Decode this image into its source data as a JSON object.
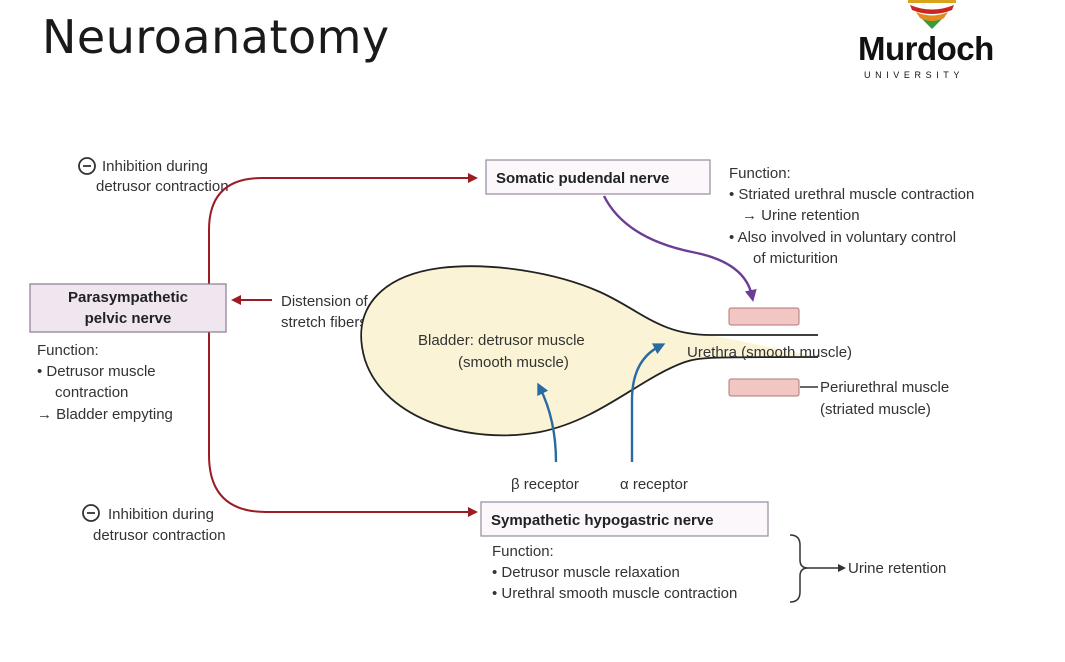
{
  "title": "Neuroanatomy",
  "logo": {
    "name": "Murdoch",
    "sub": "UNIVERSITY"
  },
  "colors": {
    "parasympathetic_arrow": "#9b1c23",
    "somatic_arrow": "#6b3d95",
    "sympathetic_receptor_arrow": "#2a6aa3",
    "bladder_fill": "#fbf3d5",
    "muscle_fill": "#f2c6c2"
  },
  "diagram": {
    "inhibition_top": [
      "Inhibition during",
      "detrusor contraction"
    ],
    "inhibition_bottom": [
      "Inhibition during",
      "detrusor contraction"
    ],
    "somatic_nerve": "Somatic pudendal nerve",
    "somatic_function": [
      "Function:",
      "• Striated urethral muscle contraction",
      "→ Urine retention",
      "• Also involved in voluntary control",
      "of micturition"
    ],
    "parasympathetic_nerve": [
      "Parasympathetic",
      "pelvic nerve"
    ],
    "parasympathetic_function": [
      "Function:",
      "• Detrusor muscle",
      "contraction",
      "→ Bladder empyting"
    ],
    "distension": [
      "Distension of",
      "stretch fibers"
    ],
    "bladder": [
      "Bladder: detrusor muscle",
      "(smooth muscle)"
    ],
    "urethra": "Urethra (smooth muscle)",
    "periurethral": [
      "Periurethral muscle",
      "(striated muscle)"
    ],
    "beta_receptor": "β receptor",
    "alpha_receptor": "α receptor",
    "sympathetic_nerve": "Sympathetic hypogastric nerve",
    "sympathetic_function": [
      "Function:",
      "• Detrusor muscle relaxation",
      "• Urethral smooth muscle contraction"
    ],
    "urine_retention": "Urine retention"
  }
}
